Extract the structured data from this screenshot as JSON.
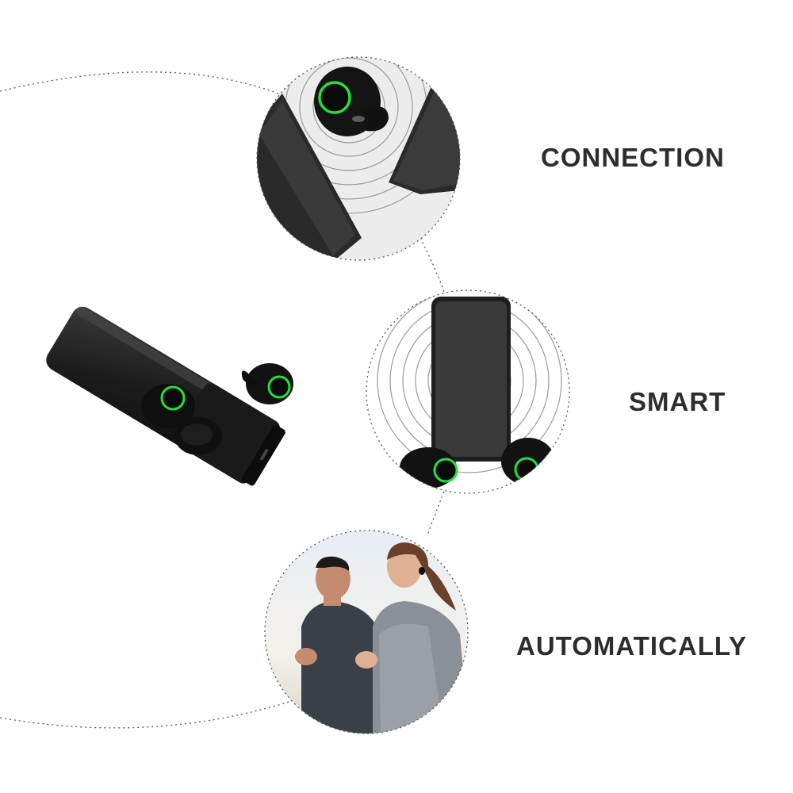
{
  "features": [
    {
      "label": "CONNECTION",
      "illustration": "earbud-between-two-phones"
    },
    {
      "label": "SMART",
      "illustration": "phone-with-two-earbuds"
    },
    {
      "label": "AUTOMATICALLY",
      "illustration": "couple-jogging-with-earbuds"
    }
  ],
  "product": {
    "illustration": "charging-case-with-earbuds"
  },
  "colors": {
    "background": "#ffffff",
    "label_text": "#2d2d2d",
    "device_black": "#1b1b1b",
    "led_ring": "#22e03a",
    "dotted_line": "#555555"
  }
}
